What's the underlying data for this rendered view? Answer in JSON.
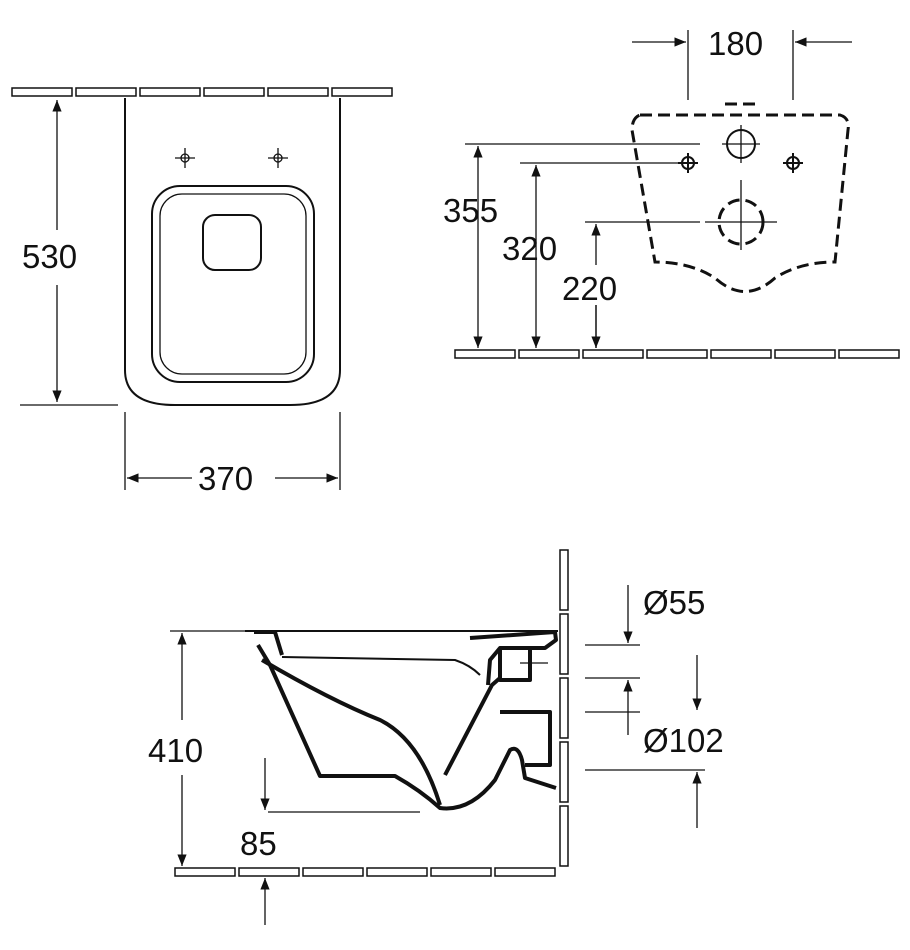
{
  "title": "Wall-hung WC dimension drawing",
  "views": {
    "top": {
      "width": "370",
      "depth": "530"
    },
    "rear": {
      "fixing_spacing": "180",
      "height_1": "355",
      "height_2": "320",
      "height_3": "220"
    },
    "side": {
      "height": "410",
      "bowl_bottom": "85",
      "inlet_diameter": "Ø55",
      "outlet_diameter": "Ø102"
    }
  },
  "colors": {
    "line": "#111111",
    "background": "#ffffff"
  }
}
